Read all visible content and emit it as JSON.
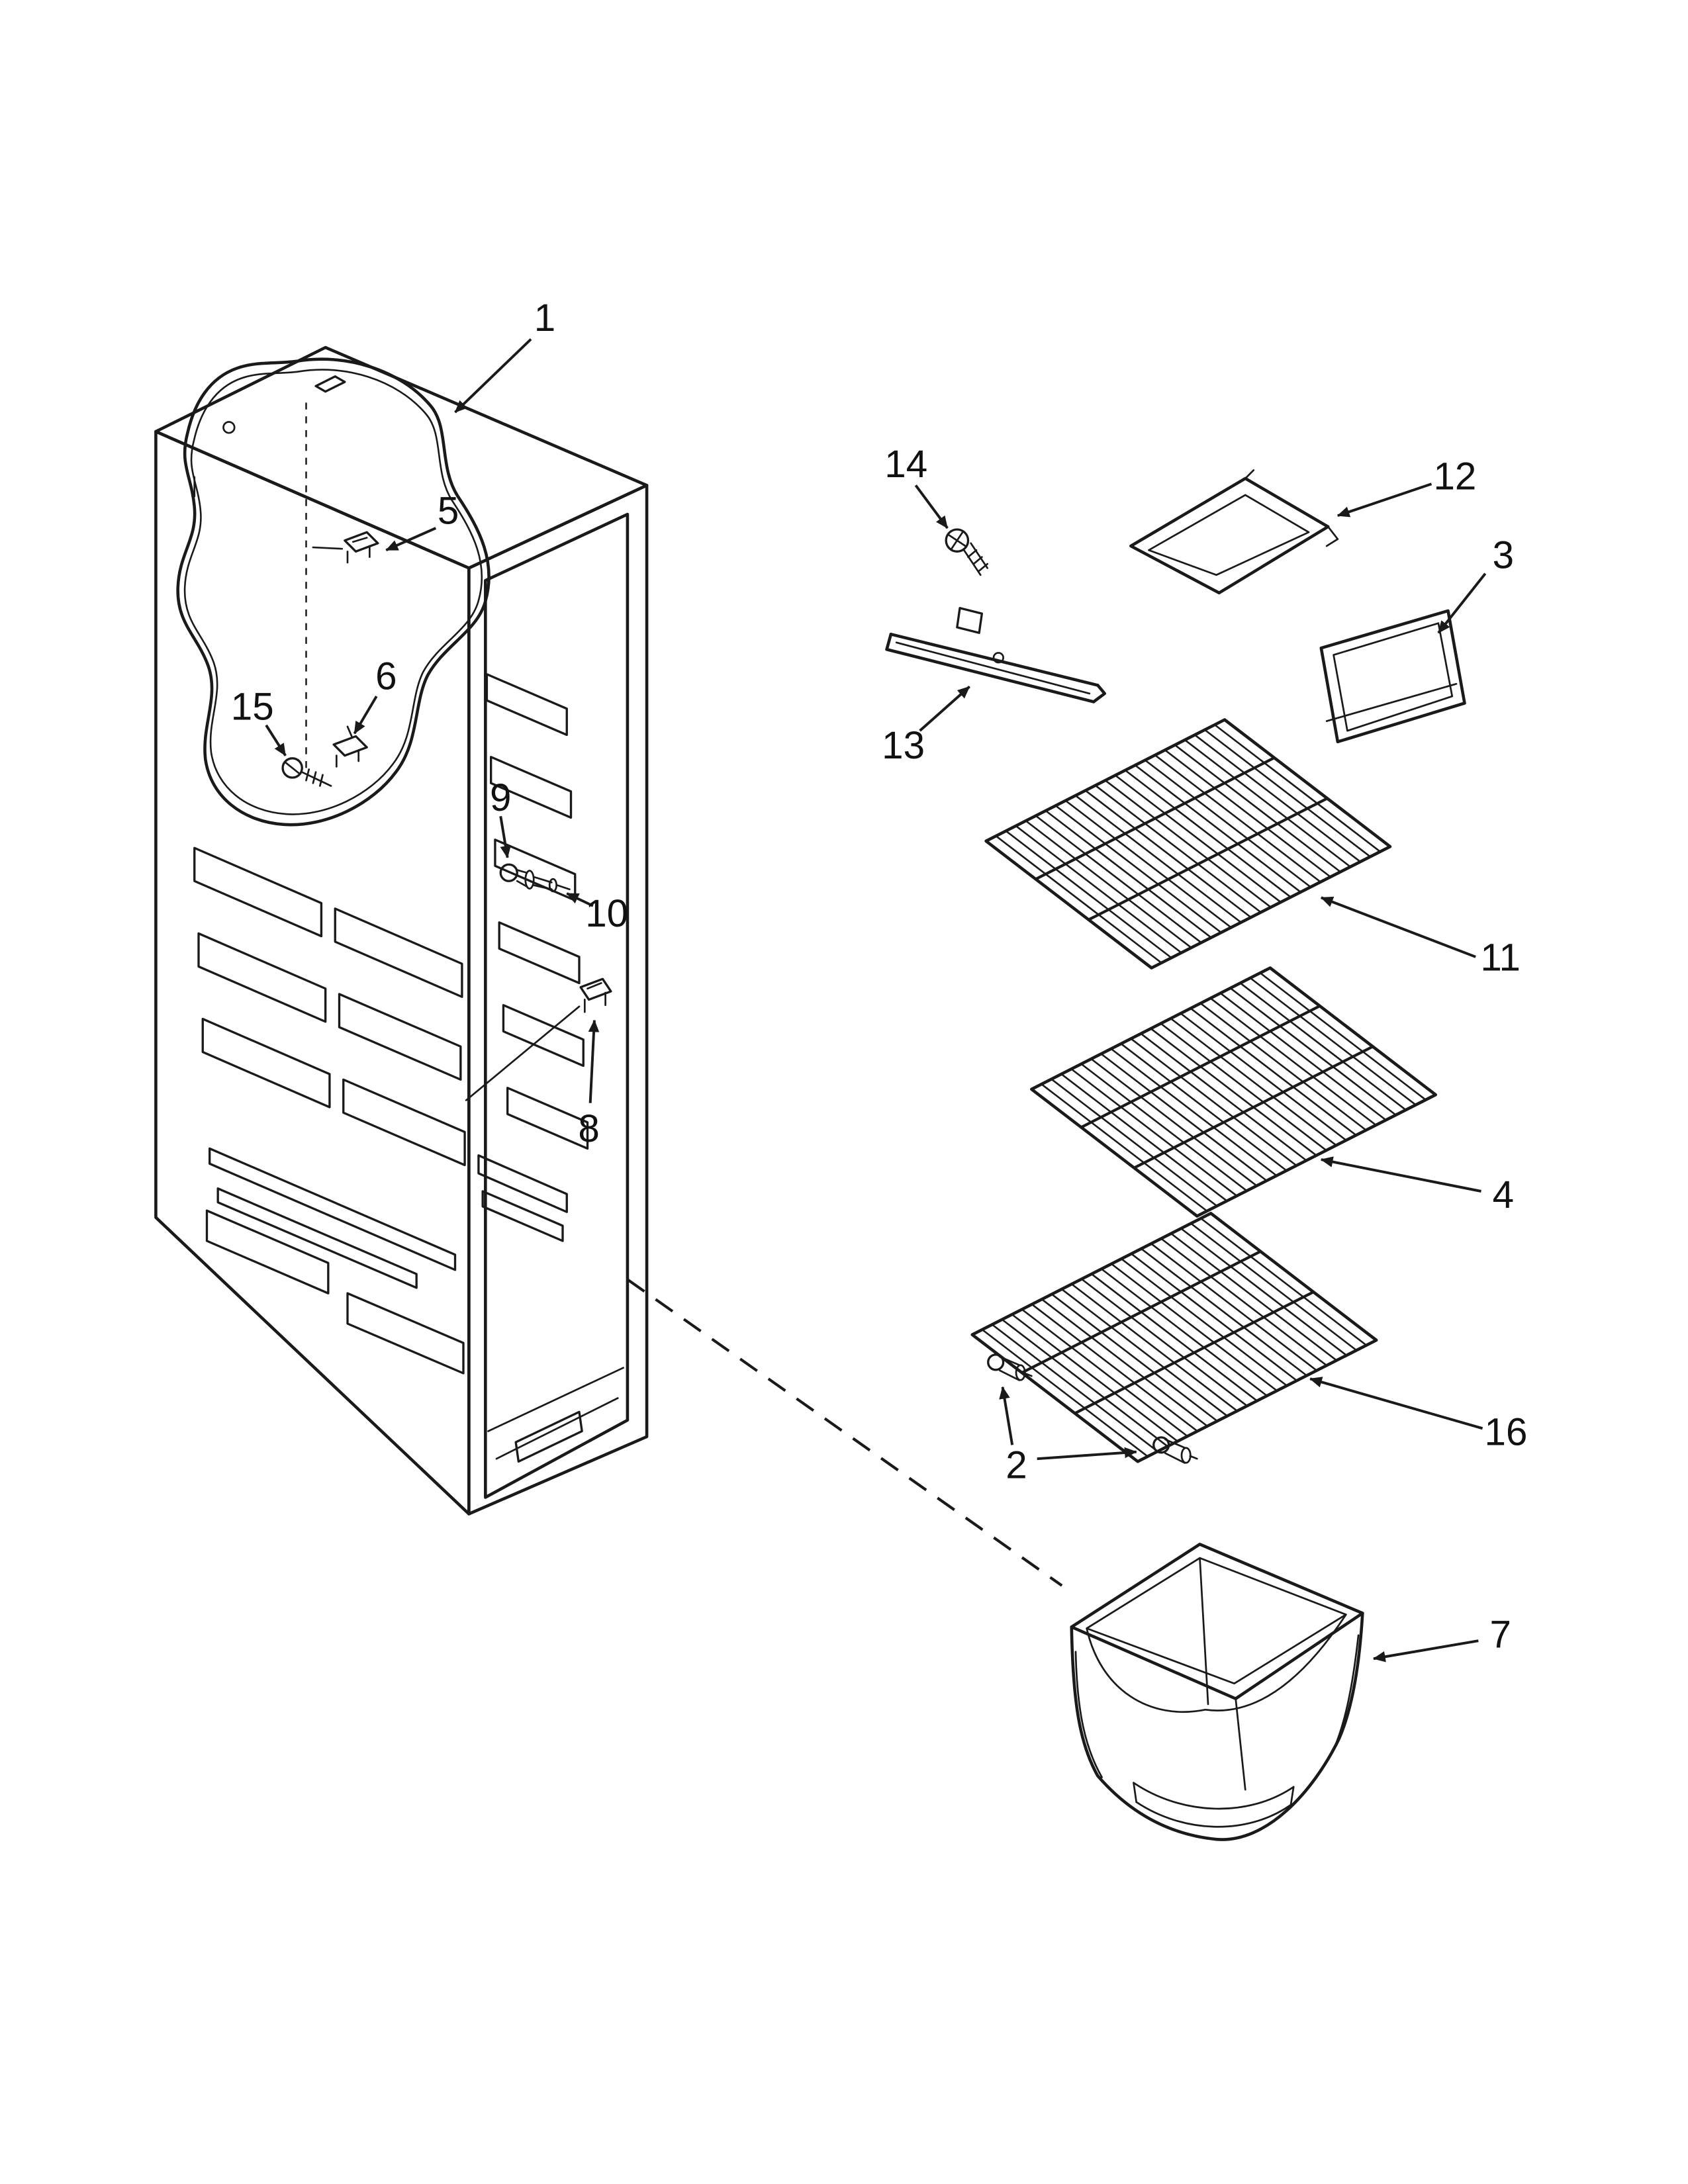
{
  "callouts": [
    "1",
    "2",
    "3",
    "4",
    "5",
    "6",
    "7",
    "8",
    "9",
    "10",
    "11",
    "12",
    "13",
    "14",
    "15",
    "16"
  ],
  "colors": {
    "ink": "#1a1a1a",
    "background": "#ffffff"
  }
}
